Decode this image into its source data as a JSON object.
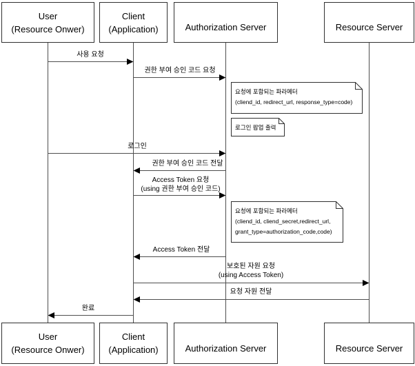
{
  "diagram_title": "OAuth Authorization Code Grant sequence diagram",
  "actors": [
    {
      "id": "user",
      "line1": "User",
      "line2": "(Resource Onwer)"
    },
    {
      "id": "client",
      "line1": "Client",
      "line2": "(Application)"
    },
    {
      "id": "auth",
      "line1": "Authorization Server",
      "line2": ""
    },
    {
      "id": "resource",
      "line1": "Resource Server",
      "line2": ""
    }
  ],
  "messages": [
    {
      "id": "use-request",
      "from": "user",
      "to": "client",
      "label": "사용 요청"
    },
    {
      "id": "auth-code-request",
      "from": "client",
      "to": "auth",
      "label": "권한 부여 승인 코드 요청"
    },
    {
      "id": "login",
      "from": "user",
      "to": "auth",
      "label": "로그인"
    },
    {
      "id": "auth-code-deliver",
      "from": "auth",
      "to": "client",
      "label": "권한 부여 승인 코드 전달"
    },
    {
      "id": "access-token-request",
      "from": "client",
      "to": "auth",
      "label": "Access Token 요청",
      "sub": "(using 권한 부여 승인 코드)"
    },
    {
      "id": "access-token-deliver",
      "from": "auth",
      "to": "client",
      "label": "Access Token 전달"
    },
    {
      "id": "protected-resource-request",
      "from": "client",
      "to": "resource",
      "label": "보호된 자원 요청",
      "sub": "(using Access Token)"
    },
    {
      "id": "requested-resource-deliver",
      "from": "resource",
      "to": "client",
      "label": "요청 자원 전달"
    },
    {
      "id": "done",
      "from": "client",
      "to": "user",
      "label": "완료"
    }
  ],
  "notes": [
    {
      "id": "auth-code-request-params",
      "lines": [
        "요청에 포함되는 파라메터",
        "(cliend_id, redirect_url, response_type=code)"
      ]
    },
    {
      "id": "login-popup",
      "lines": [
        "로그인 팝업 출력"
      ]
    },
    {
      "id": "access-token-request-params",
      "lines": [
        "요청에 포함되는 파라메터",
        "(cliend_id, cliend_secret,redirect_url,",
        "grant_type=authorization_code,code)"
      ]
    }
  ],
  "colors": {
    "background": "#ffffff",
    "box_border": "#2f2f2f",
    "line": "#4d4d4d",
    "arrowhead": "#000000",
    "text": "#000000"
  }
}
